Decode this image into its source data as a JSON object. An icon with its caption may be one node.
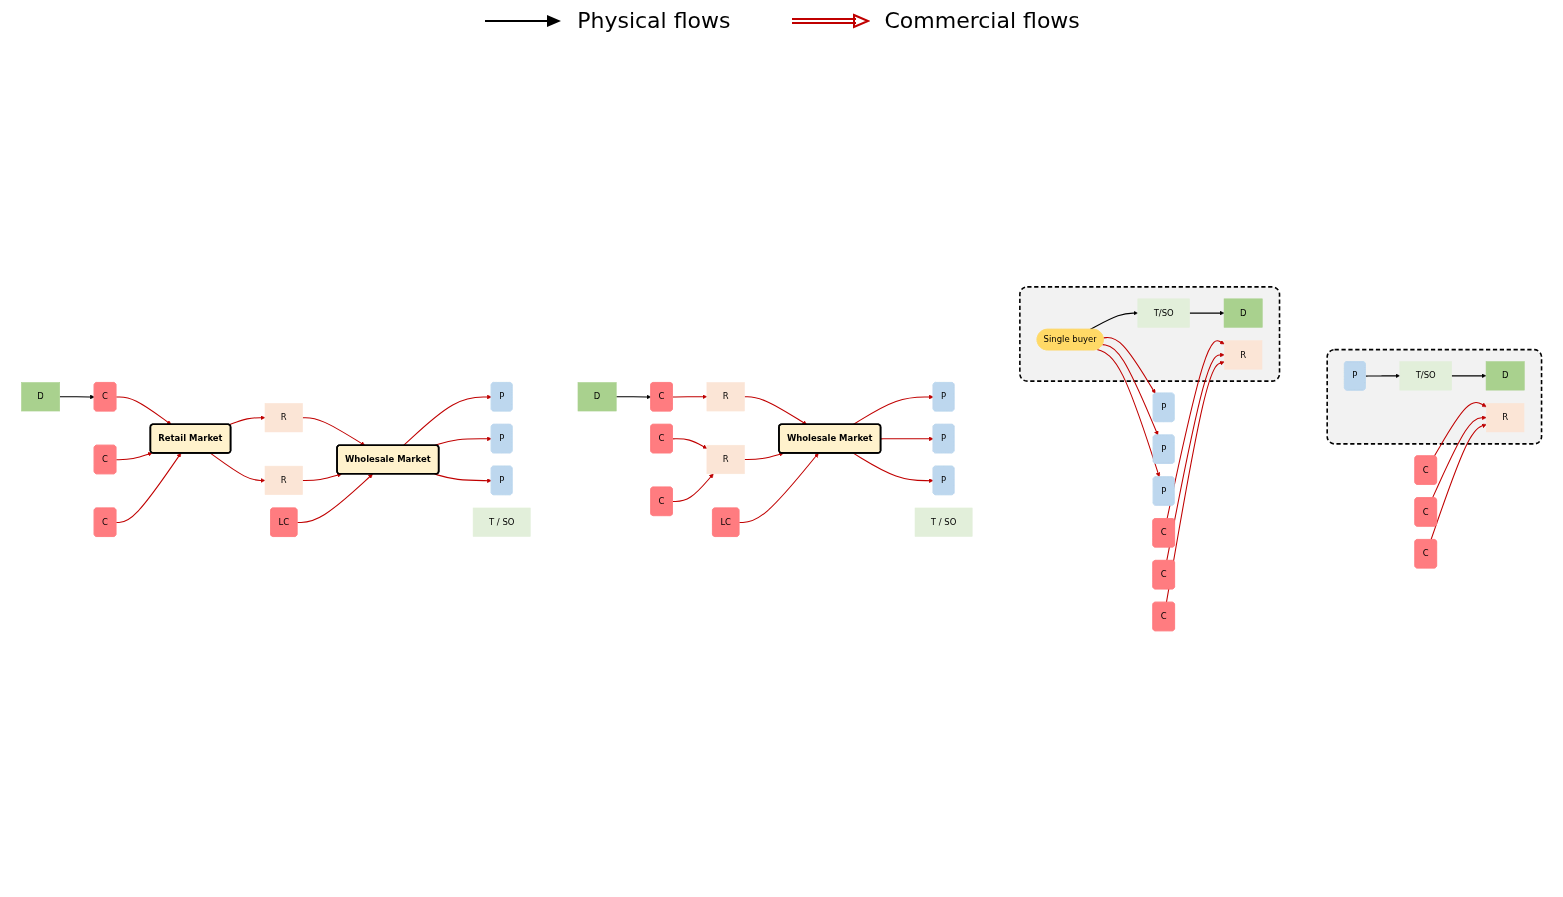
{
  "diagram": {
    "nodes": [
      {
        "text": [],
        "shape": "box"
      },
      {
        "text": [
          "P"
        ],
        "in": 0
      },
      {
        "text": [
          "T/SO"
        ],
        "in": 0
      },
      {
        "text": [
          "D"
        ],
        "in": 0
      },
      {
        "text": [
          "R"
        ],
        "in": 0
      },
      {
        "text": [
          "C"
        ]
      },
      {
        "text": [
          "C"
        ]
      },
      {
        "text": [
          "C"
        ]
      },
      {
        "text": [
          "P"
        ]
      },
      {
        "text": [
          "P"
        ]
      },
      {
        "text": [
          "P"
        ]
      },
      {
        "text": [],
        "shape": "box"
      },
      {
        "text": [
          "Single buyer"
        ],
        "in": 11
      },
      {
        "text": [
          "T/SO"
        ],
        "in": 11
      },
      {
        "text": [
          "D"
        ],
        "in": 11
      },
      {
        "text": [
          "R"
        ],
        "in": 11
      },
      {
        "text": [
          "C"
        ]
      },
      {
        "text": [
          "C"
        ]
      },
      {
        "text": [
          "C"
        ]
      },
      {
        "text": [
          "P"
        ]
      },
      {
        "text": [
          "P"
        ]
      },
      {
        "text": [
          "P"
        ]
      },
      {
        "text": [
          "T / SO"
        ]
      },
      {
        "text": [
          "Wholesale Market"
        ]
      },
      {
        "text": [
          "D"
        ]
      },
      {
        "text": [
          "R"
        ]
      },
      {
        "text": [
          "R"
        ]
      },
      {
        "text": [
          "LC"
        ]
      },
      {
        "text": [
          "C"
        ]
      },
      {
        "text": [
          "C"
        ]
      },
      {
        "text": [
          "C"
        ]
      },
      {
        "text": [
          "P"
        ]
      },
      {
        "text": [
          "P"
        ]
      },
      {
        "text": [
          "P"
        ]
      },
      {
        "text": [
          "T / SO"
        ]
      },
      {
        "text": [
          "Wholesale Market"
        ]
      },
      {
        "text": [
          "D"
        ]
      },
      {
        "text": [
          "R"
        ]
      },
      {
        "text": [
          "R"
        ]
      },
      {
        "text": [
          "LC"
        ]
      },
      {
        "text": [
          "Retail Market"
        ]
      },
      {
        "text": [
          "C"
        ]
      },
      {
        "text": [
          "C"
        ]
      },
      {
        "text": [
          "C"
        ]
      }
    ],
    "edges": [
      {
        "from": 1,
        "to": 2,
        "arrow": "to",
        "color": "#000000"
      },
      {
        "from": 2,
        "to": 3,
        "arrow": "to",
        "color": "#000000"
      },
      {
        "from": 5,
        "to": 4,
        "arrow": "to"
      },
      {
        "from": 6,
        "to": 4,
        "arrow": "to"
      },
      {
        "from": 7,
        "to": 4,
        "arrow": "to"
      },
      {
        "from": 12,
        "to": 8,
        "arrow": "to"
      },
      {
        "from": 12,
        "to": 9,
        "arrow": "to"
      },
      {
        "from": 12,
        "to": 10,
        "arrow": "to"
      },
      {
        "from": 12,
        "to": 13,
        "arrow": "to",
        "color": "#000000"
      },
      {
        "from": 13,
        "to": 14,
        "arrow": "to",
        "color": "#000000"
      },
      {
        "from": 16,
        "to": 15,
        "arrow": "to"
      },
      {
        "from": 17,
        "to": 15,
        "arrow": "to"
      },
      {
        "from": 18,
        "to": 15,
        "arrow": "to"
      },
      {
        "from": 23,
        "to": 19,
        "arrow": "to"
      },
      {
        "from": 23,
        "to": 20,
        "arrow": "to"
      },
      {
        "from": 23,
        "to": 21,
        "arrow": "to"
      },
      {
        "from": 24,
        "to": 28,
        "arrow": "to",
        "color": "#000000"
      },
      {
        "from": 25,
        "to": 23,
        "arrow": "to"
      },
      {
        "from": 26,
        "to": 23,
        "arrow": "to"
      },
      {
        "from": 27,
        "to": 23,
        "arrow": "to"
      },
      {
        "from": 28,
        "to": 25,
        "arrow": "to"
      },
      {
        "from": 29,
        "to": 26,
        "arrow": "to"
      },
      {
        "from": 30,
        "to": 26,
        "arrow": "to"
      },
      {
        "from": 35,
        "to": 31,
        "arrow": "to"
      },
      {
        "from": 35,
        "to": 32,
        "arrow": "to"
      },
      {
        "from": 35,
        "to": 33,
        "arrow": "to"
      },
      {
        "from": 36,
        "to": 41,
        "arrow": "to",
        "color": "#000000"
      },
      {
        "from": 37,
        "to": 35,
        "arrow": "to"
      },
      {
        "from": 38,
        "to": 35,
        "arrow": "to"
      },
      {
        "from": 39,
        "to": 35,
        "arrow": "to"
      },
      {
        "from": 40,
        "to": 37,
        "arrow": "to"
      },
      {
        "from": 40,
        "to": 38,
        "arrow": "to"
      },
      {
        "from": 41,
        "to": 40,
        "arrow": "to"
      },
      {
        "from": 42,
        "to": 40,
        "arrow": "to"
      },
      {
        "from": 43,
        "to": 40,
        "arrow": "to"
      }
    ],
    "legend": [
      {
        "text": "Physical flows"
      },
      {
        "text": "Commercial flows"
      }
    ]
  }
}
